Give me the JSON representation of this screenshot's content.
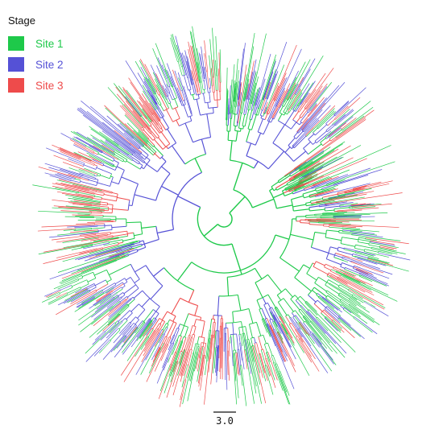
{
  "legend": {
    "title": "Stage",
    "items": [
      {
        "label": "Site 1",
        "color": "#1ec94a"
      },
      {
        "label": "Site 2",
        "color": "#5551d6"
      },
      {
        "label": "Site 3",
        "color": "#ee4b4b"
      }
    ]
  },
  "scale_bar": {
    "label": "3.0",
    "value": 3.0
  },
  "tree": {
    "layout": "circular",
    "approx_tip_count": 520,
    "branch_colors": {
      "site1": "#1ec94a",
      "site2": "#5551d6",
      "site3": "#ee4b4b"
    }
  }
}
